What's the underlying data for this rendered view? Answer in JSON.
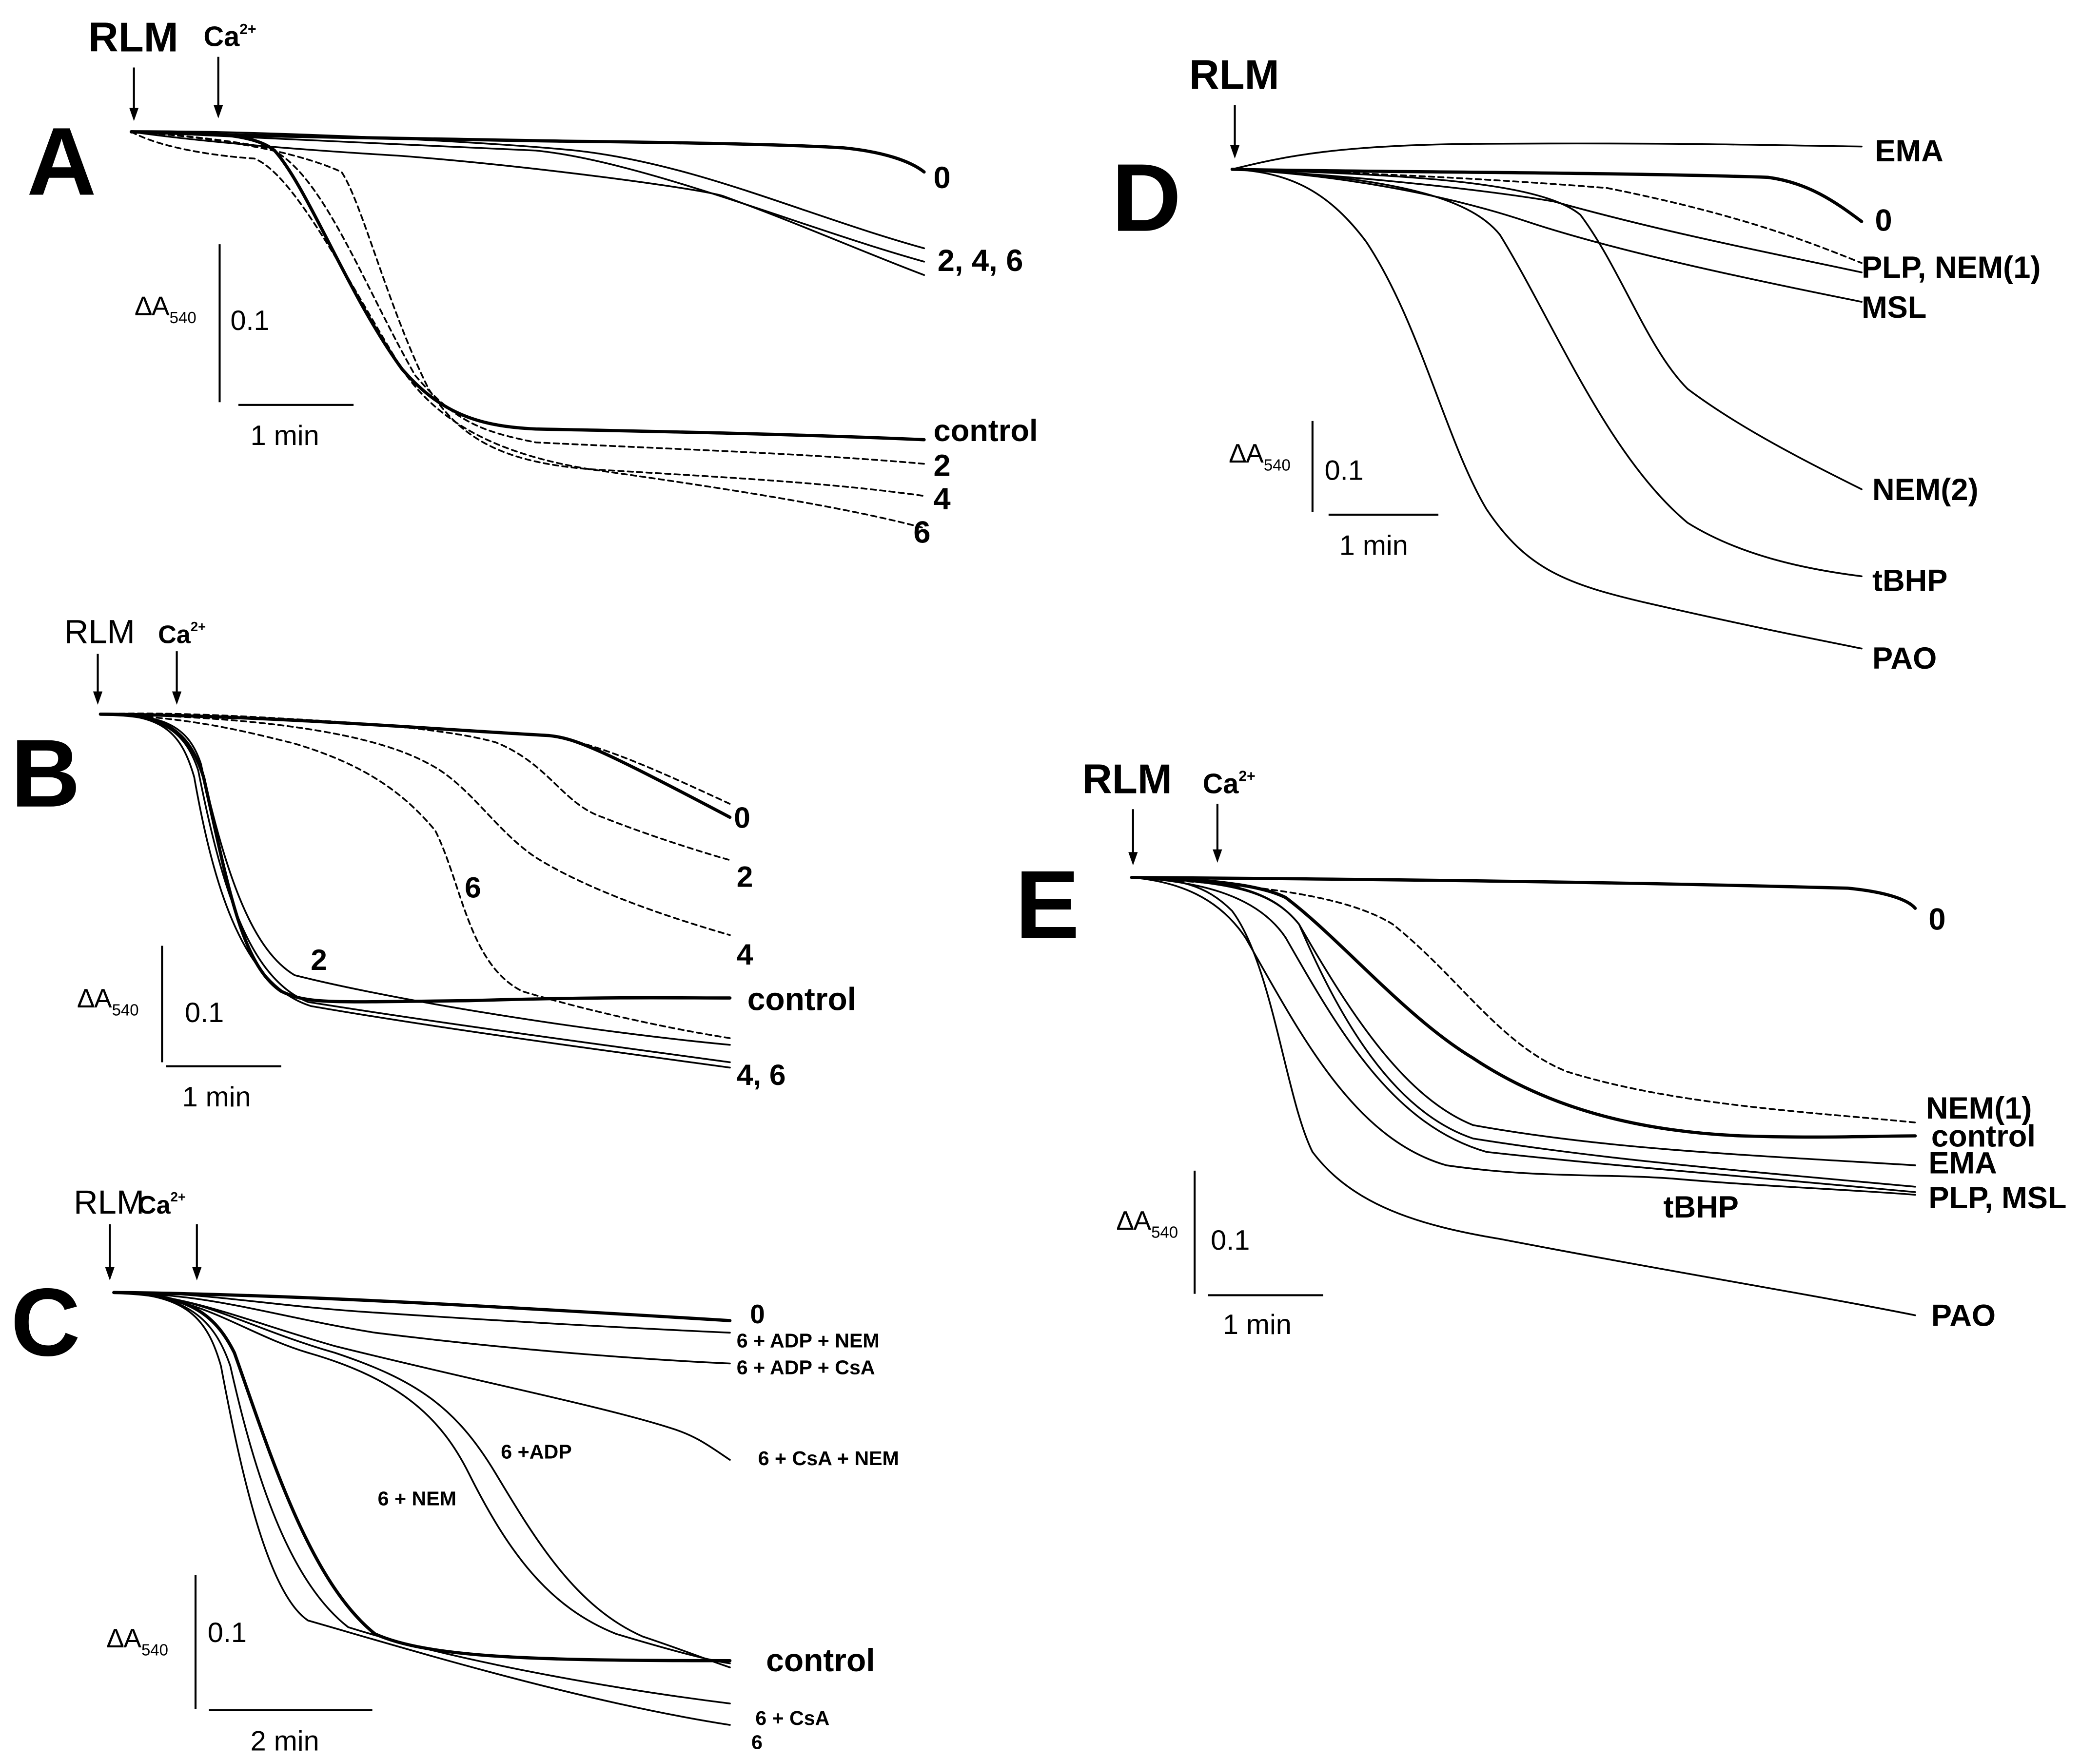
{
  "figure": {
    "scale_y_value": "0.1",
    "scale_y_symbol": "∆A",
    "scale_y_sub": "540",
    "time_1min": "1 min",
    "time_2min": "2 min"
  },
  "chart_data": [
    {
      "type": "line",
      "panel": "A",
      "markers": [
        {
          "text": "RLM"
        },
        {
          "text": "Ca",
          "sup": "2+"
        }
      ],
      "scale_bar": {
        "y": "0.1",
        "time": "1 min"
      },
      "trace_labels": [
        "0",
        "2, 4, 6",
        "control",
        "2",
        "4",
        "6"
      ],
      "series": [
        {
          "name": "0",
          "style": "bold"
        },
        {
          "name": "2",
          "style": "solid"
        },
        {
          "name": "4",
          "style": "solid"
        },
        {
          "name": "6",
          "style": "solid"
        },
        {
          "name": "control",
          "style": "bold"
        },
        {
          "name": "2",
          "style": "dashed"
        },
        {
          "name": "4",
          "style": "dashed"
        },
        {
          "name": "6",
          "style": "dashed"
        }
      ]
    },
    {
      "type": "line",
      "panel": "B",
      "markers": [
        {
          "text": "RLM"
        },
        {
          "text": "Ca",
          "sup": "2+"
        }
      ],
      "scale_bar": {
        "y": "0.1",
        "time": "1 min"
      },
      "trace_labels": [
        "0",
        "2",
        "4",
        "control",
        "4, 6",
        "6",
        "2"
      ]
    },
    {
      "type": "line",
      "panel": "C",
      "markers": [
        {
          "text": "RLM"
        },
        {
          "text": "Ca",
          "sup": "2+"
        }
      ],
      "scale_bar": {
        "y": "0.1",
        "time": "2 min"
      },
      "trace_labels": [
        "0",
        "6 + ADP + NEM",
        "6 + ADP + CsA",
        "6 + CsA + NEM",
        "6 +ADP",
        "6 + NEM",
        "control",
        "6 + CsA",
        "6"
      ]
    },
    {
      "type": "line",
      "panel": "D",
      "markers": [
        {
          "text": "RLM"
        }
      ],
      "scale_bar": {
        "y": "0.1",
        "time": "1 min"
      },
      "trace_labels": [
        "EMA",
        "0",
        "PLP, NEM(1)",
        "MSL",
        "NEM(2)",
        "tBHP",
        "PAO"
      ]
    },
    {
      "type": "line",
      "panel": "E",
      "markers": [
        {
          "text": "RLM"
        },
        {
          "text": "Ca",
          "sup": "2+"
        }
      ],
      "scale_bar": {
        "y": "0.1",
        "time": "1 min"
      },
      "trace_labels": [
        "0",
        "NEM(1)",
        "control",
        "EMA",
        "PLP, MSL",
        "tBHP",
        "PAO"
      ]
    }
  ]
}
